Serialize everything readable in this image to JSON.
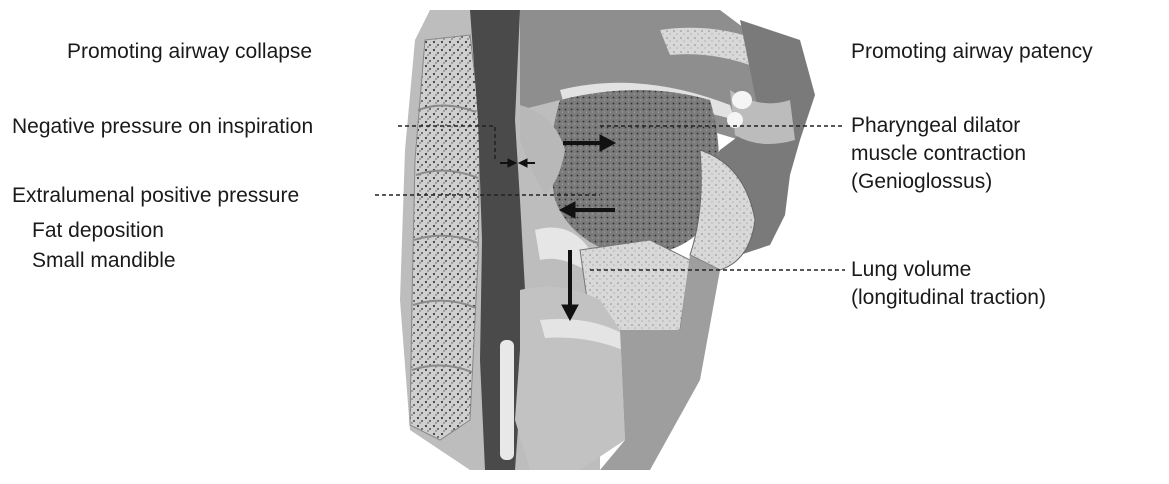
{
  "headings": {
    "left": "Promoting airway collapse",
    "right": "Promoting airway patency"
  },
  "left_labels": {
    "negative_pressure": "Negative pressure on inspiration",
    "extralumenal": "Extralumenal positive pressure",
    "fat": "Fat deposition",
    "mandible": "Small mandible"
  },
  "right_labels": {
    "dilator": [
      "Pharyngeal dilator",
      "muscle contraction",
      "(Genioglossus)"
    ],
    "lung": [
      "Lung volume",
      "(longitudinal traction)"
    ]
  },
  "colors": {
    "airway": "#4a4a4a",
    "tissue_light": "#c8c8c8",
    "tissue_mid": "#9a9a9a",
    "tongue": "#6e6e6e",
    "bone": "#d6d6d6",
    "arrow": "#111111"
  }
}
